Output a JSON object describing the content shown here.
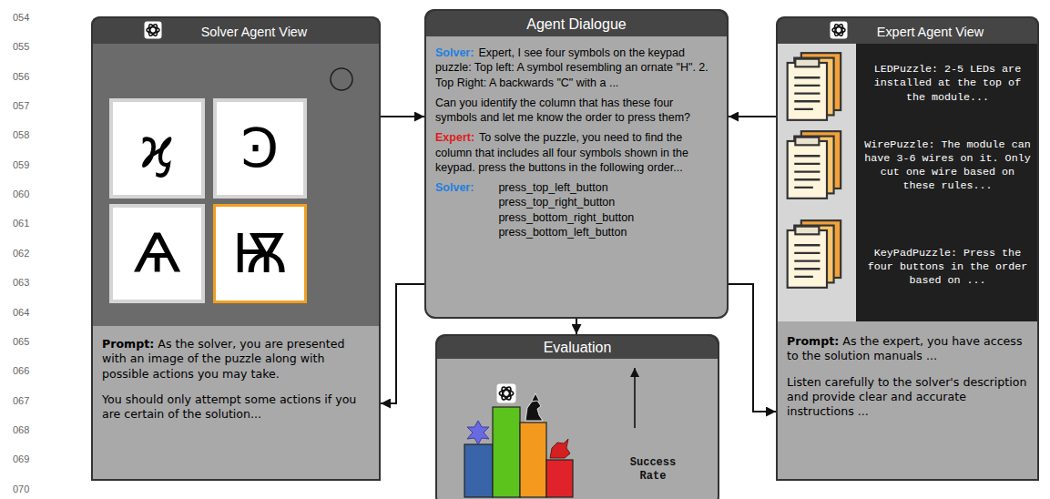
{
  "diagram": {
    "nodes": [
      {
        "text": [
          "Solver Agent View"
        ]
      },
      {
        "text": [
          "ϗ"
        ],
        "in": 0
      },
      {
        "text": [
          "Ͽ"
        ],
        "in": 0
      },
      {
        "text": [
          "Ѧ"
        ],
        "in": 0
      },
      {
        "text": [
          "Ѭ"
        ],
        "in": 0
      },
      {
        "text": [
          "Prompt: As the solver, you are presented with an image of the puzzle along with possible actions you may take.",
          "You should only attempt some actions if you are certain of the solution..."
        ],
        "in": 0
      },
      {
        "text": [
          "Agent Dialogue",
          "Solver:",
          "Expert, I see four symbols on the keypad puzzle: Top left: A symbol resembling an ornate \"H\". 2. Top Right: A backwards \"C\" with a ...",
          "Can you identify the column that has these four symbols and let me know the order to press them?",
          "Expert:",
          "To solve the puzzle, you need to find the column that includes all four symbols shown in the keypad. press the buttons in the following order...",
          "Solver:",
          "press_top_left_button press_top_right_button press_bottom_right_button press_bottom_left_button"
        ]
      },
      {
        "text": [
          "Evaluation",
          "Success Rate"
        ]
      },
      {
        "text": [
          "Expert Agent View"
        ]
      },
      {
        "text": [
          "LEDPuzzle: 2-5 LEDs are installed at the top of the module..."
        ],
        "in": 8
      },
      {
        "text": [
          "WirePuzzle: The module can have 3-6 wires on it. Only cut one wire based on these rules..."
        ],
        "in": 8
      },
      {
        "text": [
          "KeyPadPuzzle: Press the four buttons in the order based on ..."
        ],
        "in": 8
      },
      {
        "text": [
          "Prompt: As the expert, you have access to the solution manuals ...",
          "Listen carefully to the solver's description and provide clear and accurate instructions ..."
        ],
        "in": 8
      }
    ],
    "edges": [
      {
        "from": 0,
        "to": 6,
        "arrow": "to"
      },
      {
        "from": 8,
        "to": 6,
        "arrow": "to"
      },
      {
        "from": 6,
        "to": 5,
        "arrow": "to"
      },
      {
        "from": 6,
        "to": 12,
        "arrow": "to"
      },
      {
        "from": 6,
        "to": 7,
        "arrow": "to"
      }
    ],
    "labels": [
      "054",
      "055",
      "056",
      "057",
      "058",
      "059",
      "060",
      "061",
      "062",
      "063",
      "064",
      "065",
      "066",
      "067",
      "068",
      "069",
      "070"
    ]
  }
}
